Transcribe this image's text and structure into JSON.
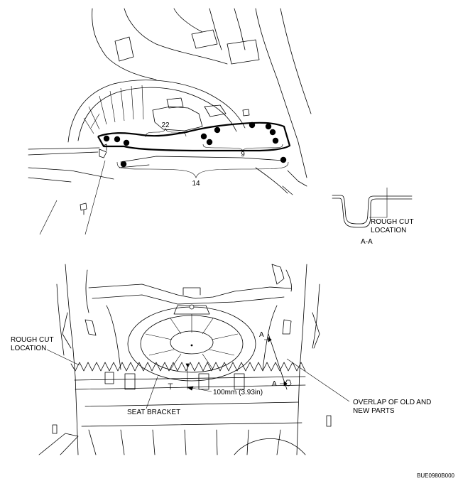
{
  "callouts": {
    "top_22": "22",
    "top_9": "9",
    "top_14": "14",
    "rough_cut_detail_line1": "ROUGH CUT",
    "rough_cut_detail_line2": "LOCATION",
    "section_label": "A-A",
    "rough_cut_bottom_line1": "ROUGH CUT",
    "rough_cut_bottom_line2": "LOCATION",
    "dimension": "100mm (3.93in)",
    "seat_bracket": "SEAT BRACKET",
    "overlap_line1": "OVERLAP OF OLD AND",
    "overlap_line2": "NEW PARTS",
    "section_marker_a": "A",
    "figure_code": "BUE0980B000"
  },
  "legend_weld_count": {
    "group_22": 22,
    "group_9": 9,
    "group_14": 14
  }
}
